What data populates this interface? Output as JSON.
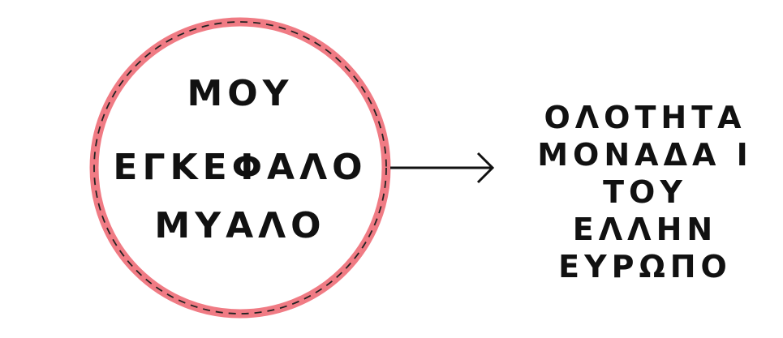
{
  "colors": {
    "ring": "#f07b84",
    "dash": "#222222",
    "text": "#111111",
    "arrow": "#111111"
  },
  "circle": {
    "lines": [
      "ΜΟΥ",
      "ΕΓΚΕΦΑΛΟ",
      "ΜΥΑΛΟ"
    ]
  },
  "result": {
    "lines": [
      "ΟΛΟΤΗΤΑ",
      "ΜΟΝΑΔΑ Ι",
      "ΤΟΥ",
      "ΕΛΛΗΝ",
      "ΕΥΡΩΠΟ"
    ]
  }
}
